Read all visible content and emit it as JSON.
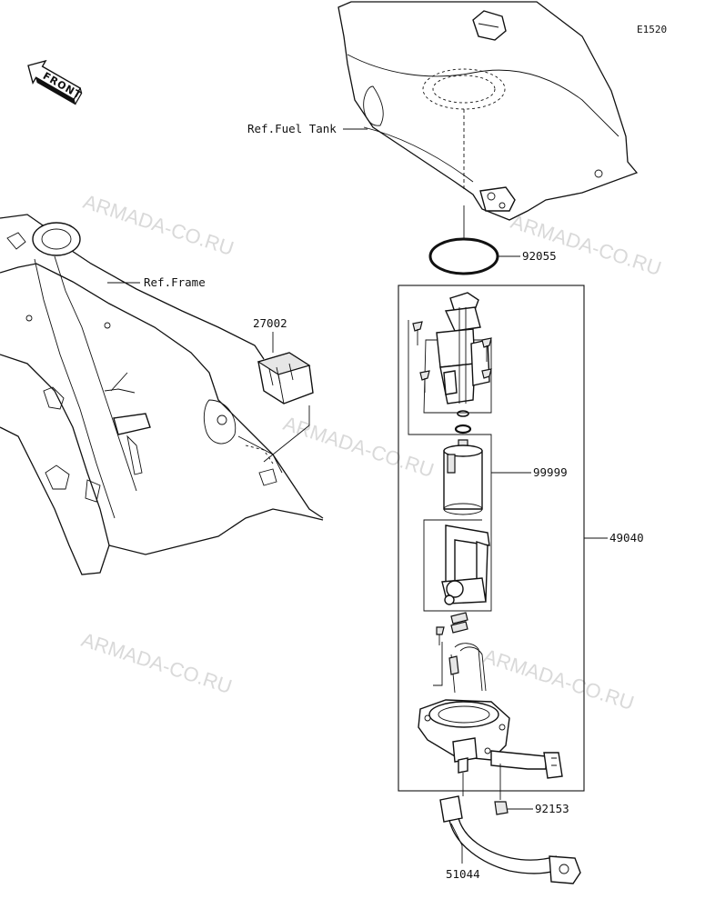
{
  "diagram": {
    "code": "E1520",
    "front_label": "FRONT",
    "watermark": "ARMADA-CO.RU",
    "references": {
      "fuel_tank": "Ref.Fuel Tank",
      "frame": "Ref.Frame"
    },
    "parts": {
      "p92055": "92055",
      "p27002": "27002",
      "p99999": "99999",
      "p49040": "49040",
      "p92153": "92153",
      "p51044": "51044"
    }
  }
}
